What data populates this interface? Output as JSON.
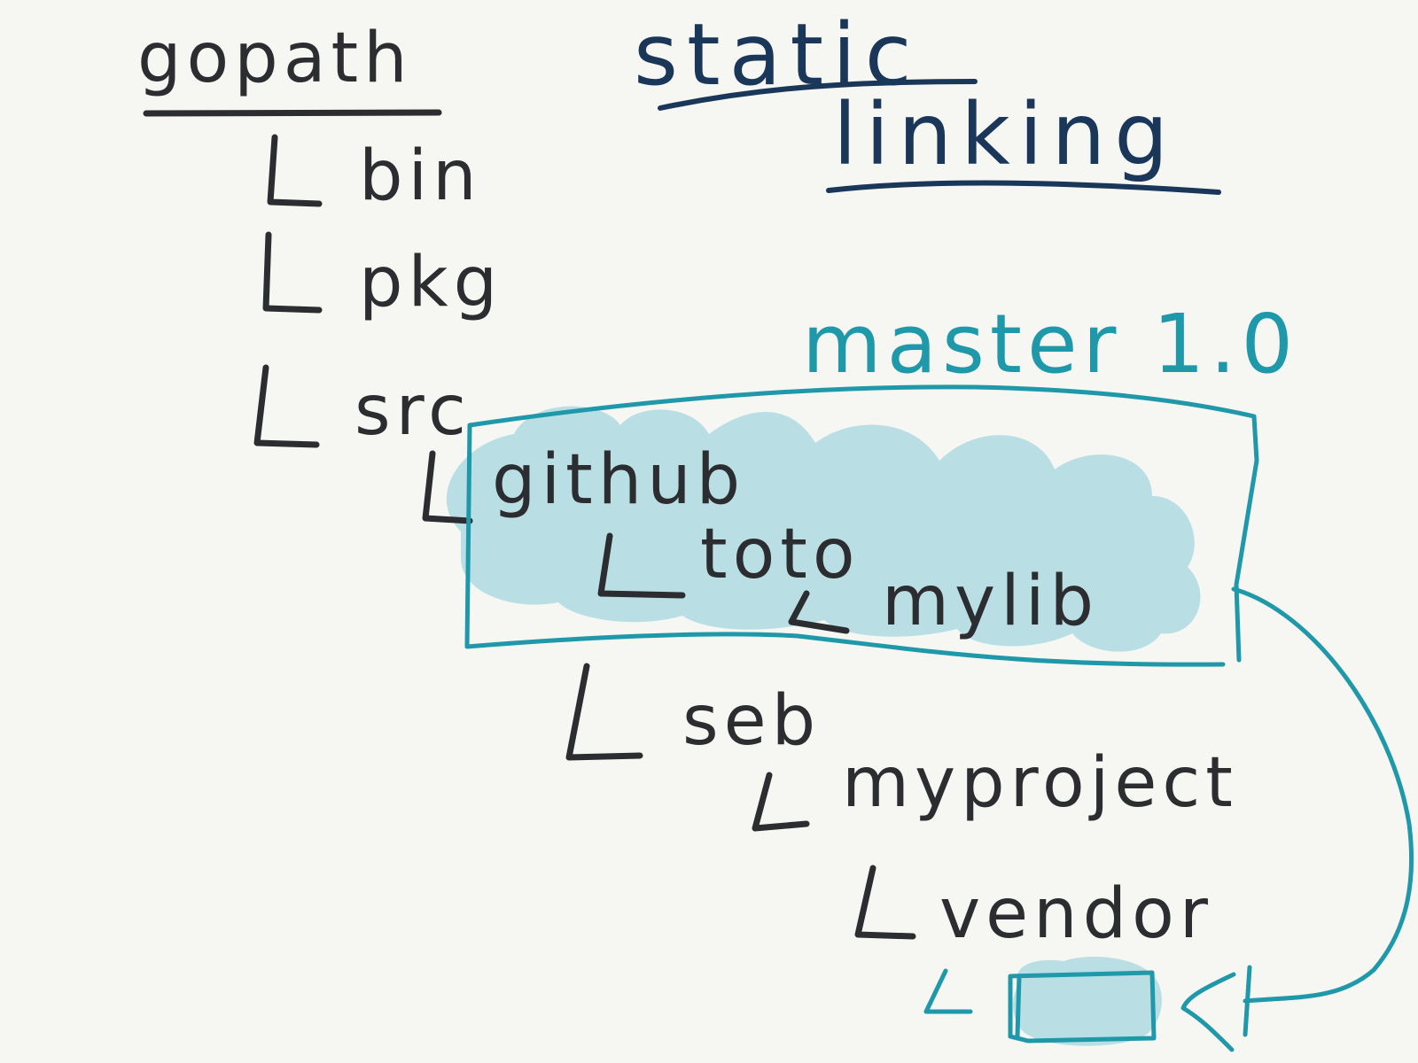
{
  "title": {
    "line1": "static",
    "line2": "linking"
  },
  "tree": {
    "root": "gopath",
    "items": [
      {
        "label": "bin"
      },
      {
        "label": "pkg"
      },
      {
        "label": "src"
      },
      {
        "label": "github"
      },
      {
        "label": "toto"
      },
      {
        "label": "mylib"
      },
      {
        "label": "seb"
      },
      {
        "label": "myproject"
      },
      {
        "label": "vendor"
      }
    ]
  },
  "annotation": {
    "version_label": "master 1.0"
  },
  "colors": {
    "background": "#f6f6f2",
    "tree_ink": "#2b2d31",
    "title_ink": "#1a3658",
    "accent_teal": "#1f98aa",
    "highlight_fill": "#b9dfe4"
  }
}
